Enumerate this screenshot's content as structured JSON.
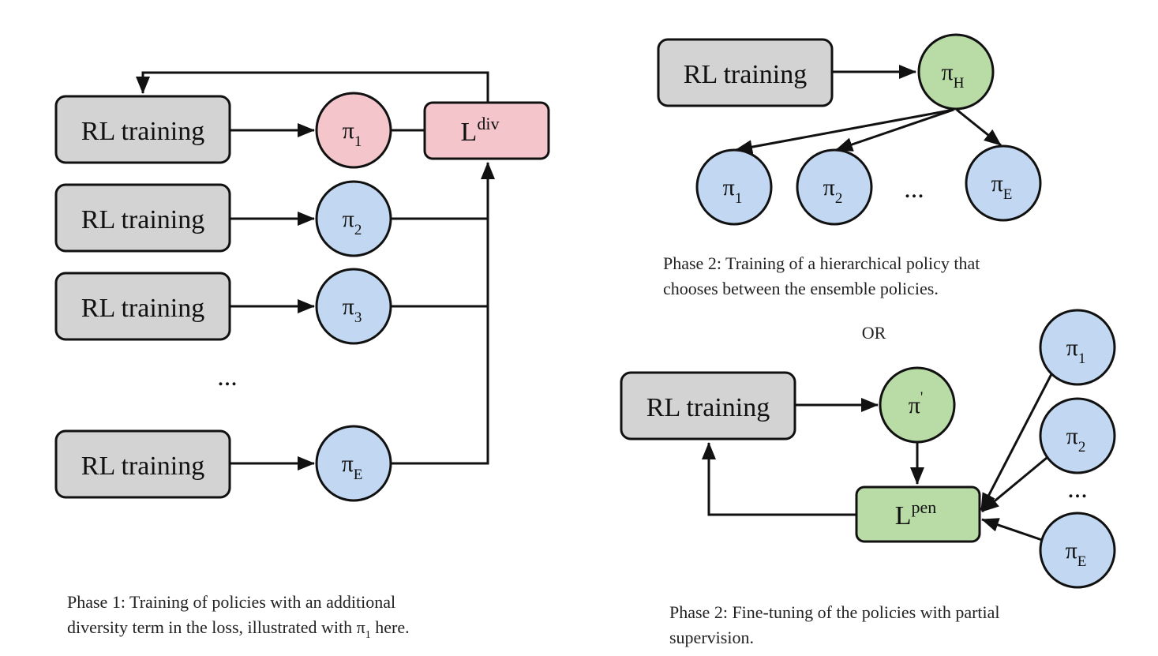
{
  "phase1": {
    "rows": [
      {
        "box": "RL training",
        "pi_base": "π",
        "pi_sub": "1"
      },
      {
        "box": "RL training",
        "pi_base": "π",
        "pi_sub": "2"
      },
      {
        "box": "RL training",
        "pi_base": "π",
        "pi_sub": "3"
      },
      {
        "box": "RL training",
        "pi_base": "π",
        "pi_sub": "E"
      }
    ],
    "loss_base": "L",
    "loss_sup": "div",
    "ellipsis": "...",
    "caption_line1": "Phase 1: Training of policies with an additional",
    "caption_line2_pre": "diversity term in the loss, illustrated with π",
    "caption_line2_sub": "1",
    "caption_line2_post": " here."
  },
  "phase2a": {
    "box": "RL training",
    "hier_base": "π",
    "hier_sub": "H",
    "children": [
      {
        "base": "π",
        "sub": "1"
      },
      {
        "base": "π",
        "sub": "2"
      },
      {
        "base": "π",
        "sub": "E"
      }
    ],
    "ellipsis": "...",
    "caption_line1": "Phase 2: Training of a hierarchical policy that",
    "caption_line2": "chooses between the ensemble policies."
  },
  "or_label": "OR",
  "phase2b": {
    "box": "RL training",
    "pi_base": "π",
    "pi_sup": "'",
    "loss_base": "L",
    "loss_sup": "pen",
    "ensemble": [
      {
        "base": "π",
        "sub": "1"
      },
      {
        "base": "π",
        "sub": "2"
      },
      {
        "base": "π",
        "sub": "E"
      }
    ],
    "ellipsis": "...",
    "caption_line1": "Phase 2: Fine-tuning of the policies with partial",
    "caption_line2": "supervision."
  },
  "colors": {
    "gray_fill": "#d3d3d3",
    "pink_fill": "#f4c6cb",
    "blue_fill": "#c2d8f2",
    "green_fill": "#b9dca6",
    "stroke": "#111111"
  }
}
